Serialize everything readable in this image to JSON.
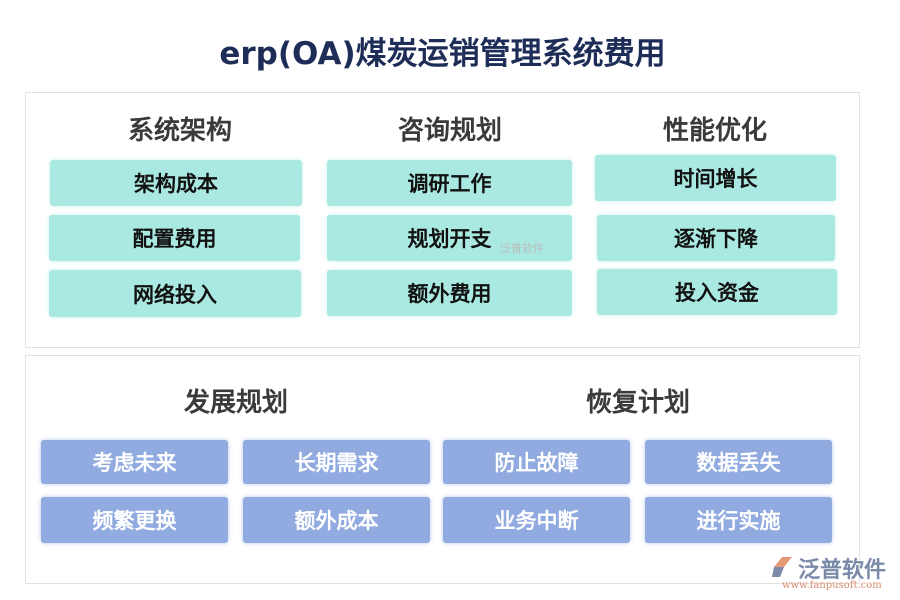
{
  "title": "erp(OA)煤炭运销管理系统费用",
  "top_sections": [
    {
      "heading": "系统架构",
      "items": [
        "架构成本",
        "配置费用",
        "网络投入"
      ]
    },
    {
      "heading": "咨询规划",
      "items": [
        "调研工作",
        "规划开支",
        "额外费用"
      ]
    },
    {
      "heading": "性能优化",
      "items": [
        "时间增长",
        "逐渐下降",
        "投入资金"
      ]
    }
  ],
  "bottom_sections": [
    {
      "heading": "发展规划",
      "items": [
        "考虑未来",
        "长期需求",
        "频繁更换",
        "额外成本"
      ]
    },
    {
      "heading": "恢复计划",
      "items": [
        "防止故障",
        "数据丢失",
        "业务中断",
        "进行实施"
      ]
    }
  ],
  "watermark": "泛普软件",
  "logo": {
    "name": "泛普软件",
    "url": "www.fanpusoft.com"
  },
  "colors": {
    "title": "#1e2d58",
    "teal_box": "#aae9e1",
    "blue_box": "#91abe0"
  }
}
